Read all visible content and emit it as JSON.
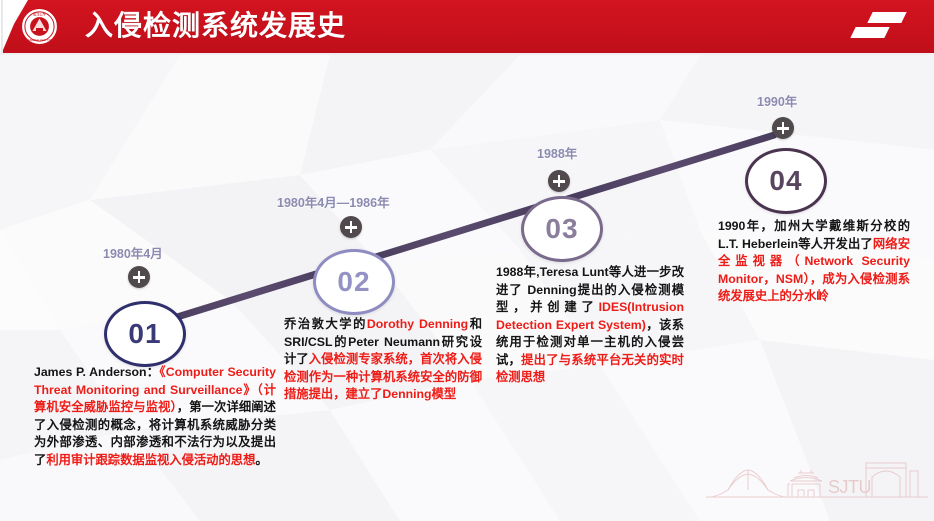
{
  "header": {
    "title": "入侵检测系统发展史",
    "logo_name": "sjtu-seal-logo",
    "accent_red": "#c9111c",
    "mark_1": "parallelogram-mark-1",
    "mark_2": "parallelogram-mark-2"
  },
  "timeline": {
    "line_color": "#4a3d5e",
    "nodes": [
      {
        "number": "01",
        "date": "1980年4月",
        "circle_color": "#2f2f6e",
        "number_color": "#3a3a78"
      },
      {
        "number": "02",
        "date": "1980年4月—1986年",
        "circle_color": "#8e8cc0",
        "number_color": "#9492c4"
      },
      {
        "number": "03",
        "date": "1988年",
        "circle_color": "#7a6b8c",
        "number_color": "#8b7d9c"
      },
      {
        "number": "04",
        "date": "1990年",
        "circle_color": "#4a3450",
        "number_color": "#5a4560"
      }
    ]
  },
  "content": {
    "block1": {
      "parts": [
        {
          "text": "James P. Anderson：",
          "red": false
        },
        {
          "text": "《Computer Security Threat Monitoring and Surveillance》（计算机安全威胁监控与监视）",
          "red": true
        },
        {
          "text": "，第一次详细阐述了入侵检测的概念，将计算机系统威胁分类为外部渗透、内部渗透和不法行为以及提出了",
          "red": false
        },
        {
          "text": "利用审计跟踪数据监视入侵活动的思想",
          "red": true
        },
        {
          "text": "。",
          "red": false
        }
      ]
    },
    "block2": {
      "parts": [
        {
          "text": "乔治敦大学的",
          "red": false
        },
        {
          "text": "Dorothy Denning",
          "red": true
        },
        {
          "text": "和SRI/CSL的Peter Neumann研究设计了",
          "red": false
        },
        {
          "text": "入侵检测专家系统，首次将入侵检测作为一种计算机系统安全的防御措施提出，建立了Denning模型",
          "red": true
        }
      ]
    },
    "block3": {
      "parts": [
        {
          "text": "1988年,Teresa Lunt等人进一步改进了 Denning提出的入侵检测模型，并创建了",
          "red": false
        },
        {
          "text": "IDES(Intrusion Detection Expert System)",
          "red": true
        },
        {
          "text": "，该系统用于检测对单一主机的入侵尝试，",
          "red": false
        },
        {
          "text": "提出了与系统平台无关的实时检测思想",
          "red": true
        }
      ]
    },
    "block4": {
      "parts": [
        {
          "text": "1990年，加州大学戴维斯分校的L.T. Heberlein等人开发出了",
          "red": false
        },
        {
          "text": "网络安全监视器（Network Security Monitor，NSM），成为入侵检测系统发展史上的分水岭",
          "red": true
        }
      ]
    }
  },
  "footer": {
    "watermark_text": "SJTU",
    "watermark_name": "sjtu-skyline-watermark"
  }
}
